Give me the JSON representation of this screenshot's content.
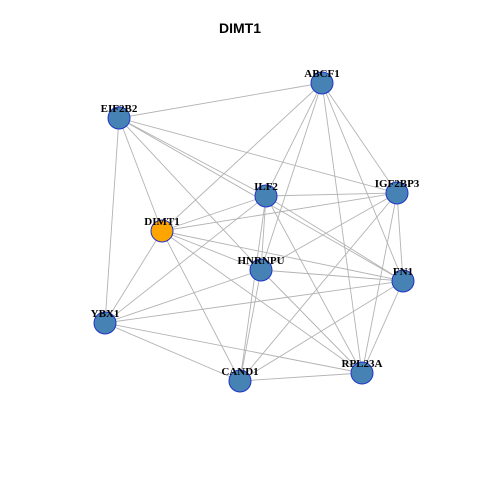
{
  "title": "DIMT1",
  "colors": {
    "default_node": "#4682b4",
    "focus_node": "#ffa500",
    "node_border": "#1f33c9",
    "edge": "#b3b3b3"
  },
  "nodes": [
    {
      "id": "ABCF1",
      "label": "ABCF1",
      "focus": false
    },
    {
      "id": "EIF2B2",
      "label": "EIF2B2",
      "focus": false
    },
    {
      "id": "ILF2",
      "label": "ILF2",
      "focus": false
    },
    {
      "id": "IGF2BP3",
      "label": "IGF2BP3",
      "focus": false
    },
    {
      "id": "DIMT1",
      "label": "DIMT1",
      "focus": true
    },
    {
      "id": "HNRNPU",
      "label": "HNRNPU",
      "focus": false
    },
    {
      "id": "FN1",
      "label": "FN1",
      "focus": false
    },
    {
      "id": "YBX1",
      "label": "YBX1",
      "focus": false
    },
    {
      "id": "RPL23A",
      "label": "RPL23A",
      "focus": false
    },
    {
      "id": "CAND1",
      "label": "CAND1",
      "focus": false
    }
  ],
  "edges": [
    [
      "EIF2B2",
      "ABCF1"
    ],
    [
      "EIF2B2",
      "IGF2BP3"
    ],
    [
      "EIF2B2",
      "DIMT1"
    ],
    [
      "EIF2B2",
      "YBX1"
    ],
    [
      "EIF2B2",
      "ILF2"
    ],
    [
      "EIF2B2",
      "FN1"
    ],
    [
      "EIF2B2",
      "HNRNPU"
    ],
    [
      "ABCF1",
      "DIMT1"
    ],
    [
      "ABCF1",
      "IGF2BP3"
    ],
    [
      "ABCF1",
      "ILF2"
    ],
    [
      "ABCF1",
      "HNRNPU"
    ],
    [
      "ABCF1",
      "FN1"
    ],
    [
      "ABCF1",
      "RPL23A"
    ],
    [
      "ILF2",
      "IGF2BP3"
    ],
    [
      "ILF2",
      "DIMT1"
    ],
    [
      "ILF2",
      "YBX1"
    ],
    [
      "ILF2",
      "HNRNPU"
    ],
    [
      "ILF2",
      "CAND1"
    ],
    [
      "ILF2",
      "RPL23A"
    ],
    [
      "ILF2",
      "FN1"
    ],
    [
      "IGF2BP3",
      "DIMT1"
    ],
    [
      "IGF2BP3",
      "HNRNPU"
    ],
    [
      "IGF2BP3",
      "FN1"
    ],
    [
      "IGF2BP3",
      "RPL23A"
    ],
    [
      "IGF2BP3",
      "CAND1"
    ],
    [
      "DIMT1",
      "HNRNPU"
    ],
    [
      "DIMT1",
      "YBX1"
    ],
    [
      "DIMT1",
      "CAND1"
    ],
    [
      "DIMT1",
      "RPL23A"
    ],
    [
      "DIMT1",
      "FN1"
    ],
    [
      "HNRNPU",
      "YBX1"
    ],
    [
      "HNRNPU",
      "FN1"
    ],
    [
      "HNRNPU",
      "CAND1"
    ],
    [
      "HNRNPU",
      "RPL23A"
    ],
    [
      "FN1",
      "YBX1"
    ],
    [
      "FN1",
      "CAND1"
    ],
    [
      "FN1",
      "RPL23A"
    ],
    [
      "YBX1",
      "RPL23A"
    ],
    [
      "YBX1",
      "CAND1"
    ],
    [
      "CAND1",
      "RPL23A"
    ]
  ]
}
